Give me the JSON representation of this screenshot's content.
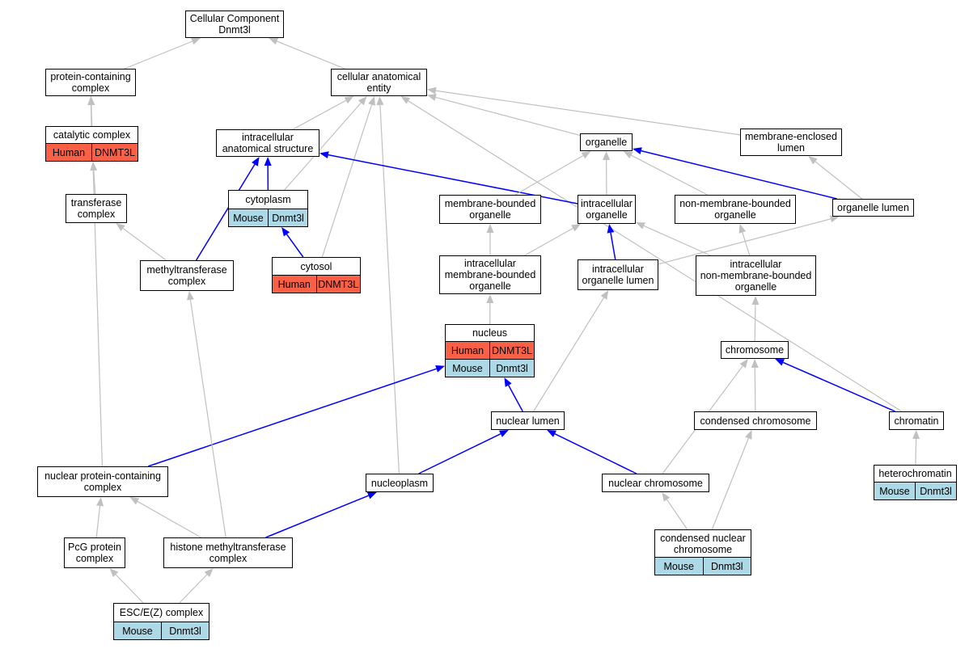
{
  "colors": {
    "gray_edge": "#c0c0c0",
    "blue_edge": "#0000ff",
    "human": "#fa6045",
    "mouse": "#add8e6"
  },
  "nodes": {
    "root": {
      "lines": [
        "Cellular Component",
        "Dnmt3l"
      ]
    },
    "protein_containing_complex": {
      "lines": [
        "protein-containing",
        "complex"
      ]
    },
    "cellular_anatomical_entity": {
      "lines": [
        "cellular anatomical",
        "entity"
      ]
    },
    "catalytic_complex": {
      "lines": [
        "catalytic complex"
      ],
      "annotation": {
        "species": "Human",
        "gene": "DNMT3L",
        "color": "#fa6045"
      }
    },
    "intracellular_anatomical_structure": {
      "lines": [
        "intracellular",
        "anatomical structure"
      ]
    },
    "organelle": {
      "lines": [
        "organelle"
      ]
    },
    "membrane_enclosed_lumen": {
      "lines": [
        "membrane-enclosed",
        "lumen"
      ]
    },
    "transferase_complex": {
      "lines": [
        "transferase",
        "complex"
      ]
    },
    "cytoplasm": {
      "lines": [
        "cytoplasm"
      ],
      "annotation": {
        "species": "Mouse",
        "gene": "Dnmt3l",
        "color": "#add8e6"
      }
    },
    "membrane_bounded_organelle": {
      "lines": [
        "membrane-bounded",
        "organelle"
      ]
    },
    "intracellular_organelle": {
      "lines": [
        "intracellular",
        "organelle"
      ]
    },
    "non_membrane_bounded_organelle": {
      "lines": [
        "non-membrane-bounded",
        "organelle"
      ]
    },
    "organelle_lumen": {
      "lines": [
        "organelle lumen"
      ]
    },
    "methyltransferase_complex": {
      "lines": [
        "methyltransferase",
        "complex"
      ]
    },
    "cytosol": {
      "lines": [
        "cytosol"
      ],
      "annotation": {
        "species": "Human",
        "gene": "DNMT3L",
        "color": "#fa6045"
      }
    },
    "intracellular_membrane_bounded_organelle": {
      "lines": [
        "intracellular",
        "membrane-bounded",
        "organelle"
      ]
    },
    "intracellular_organelle_lumen": {
      "lines": [
        "intracellular",
        "organelle lumen"
      ]
    },
    "intracellular_non_membrane_bounded_organelle": {
      "lines": [
        "intracellular",
        "non-membrane-bounded",
        "organelle"
      ]
    },
    "nucleus": {
      "lines": [
        "nucleus"
      ],
      "annotations": [
        {
          "species": "Human",
          "gene": "DNMT3L",
          "color": "#fa6045"
        },
        {
          "species": "Mouse",
          "gene": "Dnmt3l",
          "color": "#add8e6"
        }
      ]
    },
    "chromosome": {
      "lines": [
        "chromosome"
      ]
    },
    "nuclear_lumen": {
      "lines": [
        "nuclear lumen"
      ]
    },
    "condensed_chromosome": {
      "lines": [
        "condensed chromosome"
      ]
    },
    "chromatin": {
      "lines": [
        "chromatin"
      ]
    },
    "nuclear_protein_containing_complex": {
      "lines": [
        "nuclear protein-containing",
        "complex"
      ]
    },
    "nucleoplasm": {
      "lines": [
        "nucleoplasm"
      ]
    },
    "nuclear_chromosome": {
      "lines": [
        "nuclear chromosome"
      ]
    },
    "heterochromatin": {
      "lines": [
        "heterochromatin"
      ],
      "annotation": {
        "species": "Mouse",
        "gene": "Dnmt3l",
        "color": "#add8e6"
      }
    },
    "pcg_protein_complex": {
      "lines": [
        "PcG protein",
        "complex"
      ]
    },
    "histone_methyltransferase_complex": {
      "lines": [
        "histone methyltransferase",
        "complex"
      ]
    },
    "condensed_nuclear_chromosome": {
      "lines": [
        "condensed nuclear",
        "chromosome"
      ],
      "annotation": {
        "species": "Mouse",
        "gene": "Dnmt3l",
        "color": "#add8e6"
      }
    },
    "esc_e_z_complex": {
      "lines": [
        "ESC/E(Z) complex"
      ],
      "annotation": {
        "species": "Mouse",
        "gene": "Dnmt3l",
        "color": "#add8e6"
      }
    }
  },
  "edges": [
    {
      "from": "protein_containing_complex",
      "to": "root",
      "style": "gray"
    },
    {
      "from": "cellular_anatomical_entity",
      "to": "root",
      "style": "gray"
    },
    {
      "from": "catalytic_complex",
      "to": "protein_containing_complex",
      "style": "gray"
    },
    {
      "from": "transferase_complex",
      "to": "catalytic_complex",
      "style": "gray"
    },
    {
      "from": "methyltransferase_complex",
      "to": "transferase_complex",
      "style": "gray"
    },
    {
      "from": "intracellular_anatomical_structure",
      "to": "cellular_anatomical_entity",
      "style": "gray"
    },
    {
      "from": "cytoplasm",
      "to": "cellular_anatomical_entity",
      "style": "gray"
    },
    {
      "from": "cytosol",
      "to": "cellular_anatomical_entity",
      "style": "gray"
    },
    {
      "from": "nucleoplasm",
      "to": "cellular_anatomical_entity",
      "style": "gray"
    },
    {
      "from": "organelle",
      "to": "cellular_anatomical_entity",
      "style": "gray"
    },
    {
      "from": "membrane_enclosed_lumen",
      "to": "cellular_anatomical_entity",
      "style": "gray"
    },
    {
      "from": "chromatin",
      "to": "cellular_anatomical_entity",
      "style": "gray"
    },
    {
      "from": "cytoplasm",
      "to": "intracellular_anatomical_structure",
      "style": "blue"
    },
    {
      "from": "methyltransferase_complex",
      "to": "intracellular_anatomical_structure",
      "style": "blue"
    },
    {
      "from": "intracellular_organelle",
      "to": "intracellular_anatomical_structure",
      "style": "blue"
    },
    {
      "from": "cytosol",
      "to": "cytoplasm",
      "style": "blue"
    },
    {
      "from": "membrane_bounded_organelle",
      "to": "organelle",
      "style": "gray"
    },
    {
      "from": "intracellular_organelle",
      "to": "organelle",
      "style": "gray"
    },
    {
      "from": "non_membrane_bounded_organelle",
      "to": "organelle",
      "style": "gray"
    },
    {
      "from": "organelle_lumen",
      "to": "organelle",
      "style": "blue"
    },
    {
      "from": "organelle_lumen",
      "to": "membrane_enclosed_lumen",
      "style": "gray"
    },
    {
      "from": "intracellular_membrane_bounded_organelle",
      "to": "membrane_bounded_organelle",
      "style": "gray"
    },
    {
      "from": "intracellular_membrane_bounded_organelle",
      "to": "intracellular_organelle",
      "style": "gray"
    },
    {
      "from": "intracellular_organelle_lumen",
      "to": "intracellular_organelle",
      "style": "blue"
    },
    {
      "from": "intracellular_non_membrane_bounded_organelle",
      "to": "intracellular_organelle",
      "style": "gray"
    },
    {
      "from": "intracellular_non_membrane_bounded_organelle",
      "to": "non_membrane_bounded_organelle",
      "style": "gray"
    },
    {
      "from": "intracellular_organelle_lumen",
      "to": "organelle_lumen",
      "style": "gray"
    },
    {
      "from": "nucleus",
      "to": "intracellular_membrane_bounded_organelle",
      "style": "gray"
    },
    {
      "from": "nuclear_lumen",
      "to": "intracellular_organelle_lumen",
      "style": "gray"
    },
    {
      "from": "chromosome",
      "to": "intracellular_non_membrane_bounded_organelle",
      "style": "gray"
    },
    {
      "from": "nuclear_lumen",
      "to": "nucleus",
      "style": "blue"
    },
    {
      "from": "nuclear_protein_containing_complex",
      "to": "nucleus",
      "style": "blue"
    },
    {
      "from": "condensed_chromosome",
      "to": "chromosome",
      "style": "gray"
    },
    {
      "from": "nuclear_chromosome",
      "to": "chromosome",
      "style": "gray"
    },
    {
      "from": "chromatin",
      "to": "chromosome",
      "style": "blue"
    },
    {
      "from": "nucleoplasm",
      "to": "nuclear_lumen",
      "style": "blue"
    },
    {
      "from": "nuclear_chromosome",
      "to": "nuclear_lumen",
      "style": "blue"
    },
    {
      "from": "condensed_nuclear_chromosome",
      "to": "condensed_chromosome",
      "style": "gray"
    },
    {
      "from": "heterochromatin",
      "to": "chromatin",
      "style": "gray"
    },
    {
      "from": "nuclear_protein_containing_complex",
      "to": "protein_containing_complex",
      "style": "gray"
    },
    {
      "from": "histone_methyltransferase_complex",
      "to": "nucleoplasm",
      "style": "blue"
    },
    {
      "from": "histone_methyltransferase_complex",
      "to": "nuclear_protein_containing_complex",
      "style": "gray"
    },
    {
      "from": "histone_methyltransferase_complex",
      "to": "methyltransferase_complex",
      "style": "gray"
    },
    {
      "from": "pcg_protein_complex",
      "to": "nuclear_protein_containing_complex",
      "style": "gray"
    },
    {
      "from": "condensed_nuclear_chromosome",
      "to": "nuclear_chromosome",
      "style": "gray"
    },
    {
      "from": "esc_e_z_complex",
      "to": "pcg_protein_complex",
      "style": "gray"
    },
    {
      "from": "esc_e_z_complex",
      "to": "histone_methyltransferase_complex",
      "style": "gray"
    }
  ]
}
